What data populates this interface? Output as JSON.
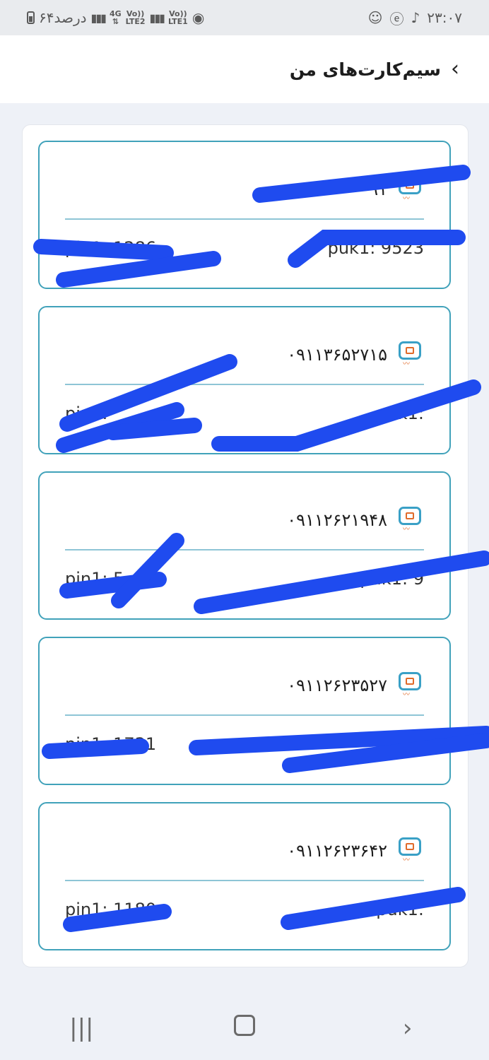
{
  "status_bar": {
    "time": "۲۳:۰۷",
    "battery_text": "۶۴درصد",
    "net_4g": "4G",
    "sim2_label": "LTE2",
    "sim1_label": "LTE1",
    "volte": "Vo))"
  },
  "header": {
    "title": "سیم‌کارت‌های من"
  },
  "colors": {
    "card_border": "#41a2ba",
    "sim_icon_blue": "#3aa0c6",
    "sim_icon_orange": "#e16b2a",
    "redaction": "#1f4bef"
  },
  "cards": [
    {
      "phone": "۰۹۱۱۳۶۵۲۷۱۵",
      "pin": "pin1:",
      "puk": "puk1:"
    },
    {
      "phone": "۰۹۱۱۲۶۲۱۹۴۸",
      "pin": "pin1: 5",
      "puk": "puk1: 9"
    },
    {
      "phone": "۰۹۱۱۲۶۲۳۵۲۷",
      "pin": "pin1: 1731",
      "puk": "puk1:"
    },
    {
      "phone": "۰۹۱۱۲۶۲۳۶۴۲",
      "pin": "pin1: 1180",
      "puk": "puk1:"
    }
  ],
  "first_card": {
    "phone": "۰۹۱",
    "pin": "pin1: 1286",
    "puk": "puk1: 9523"
  },
  "nav": {
    "recents_icon": "recents-icon",
    "home_icon": "home-icon",
    "back_icon": "back-icon"
  }
}
